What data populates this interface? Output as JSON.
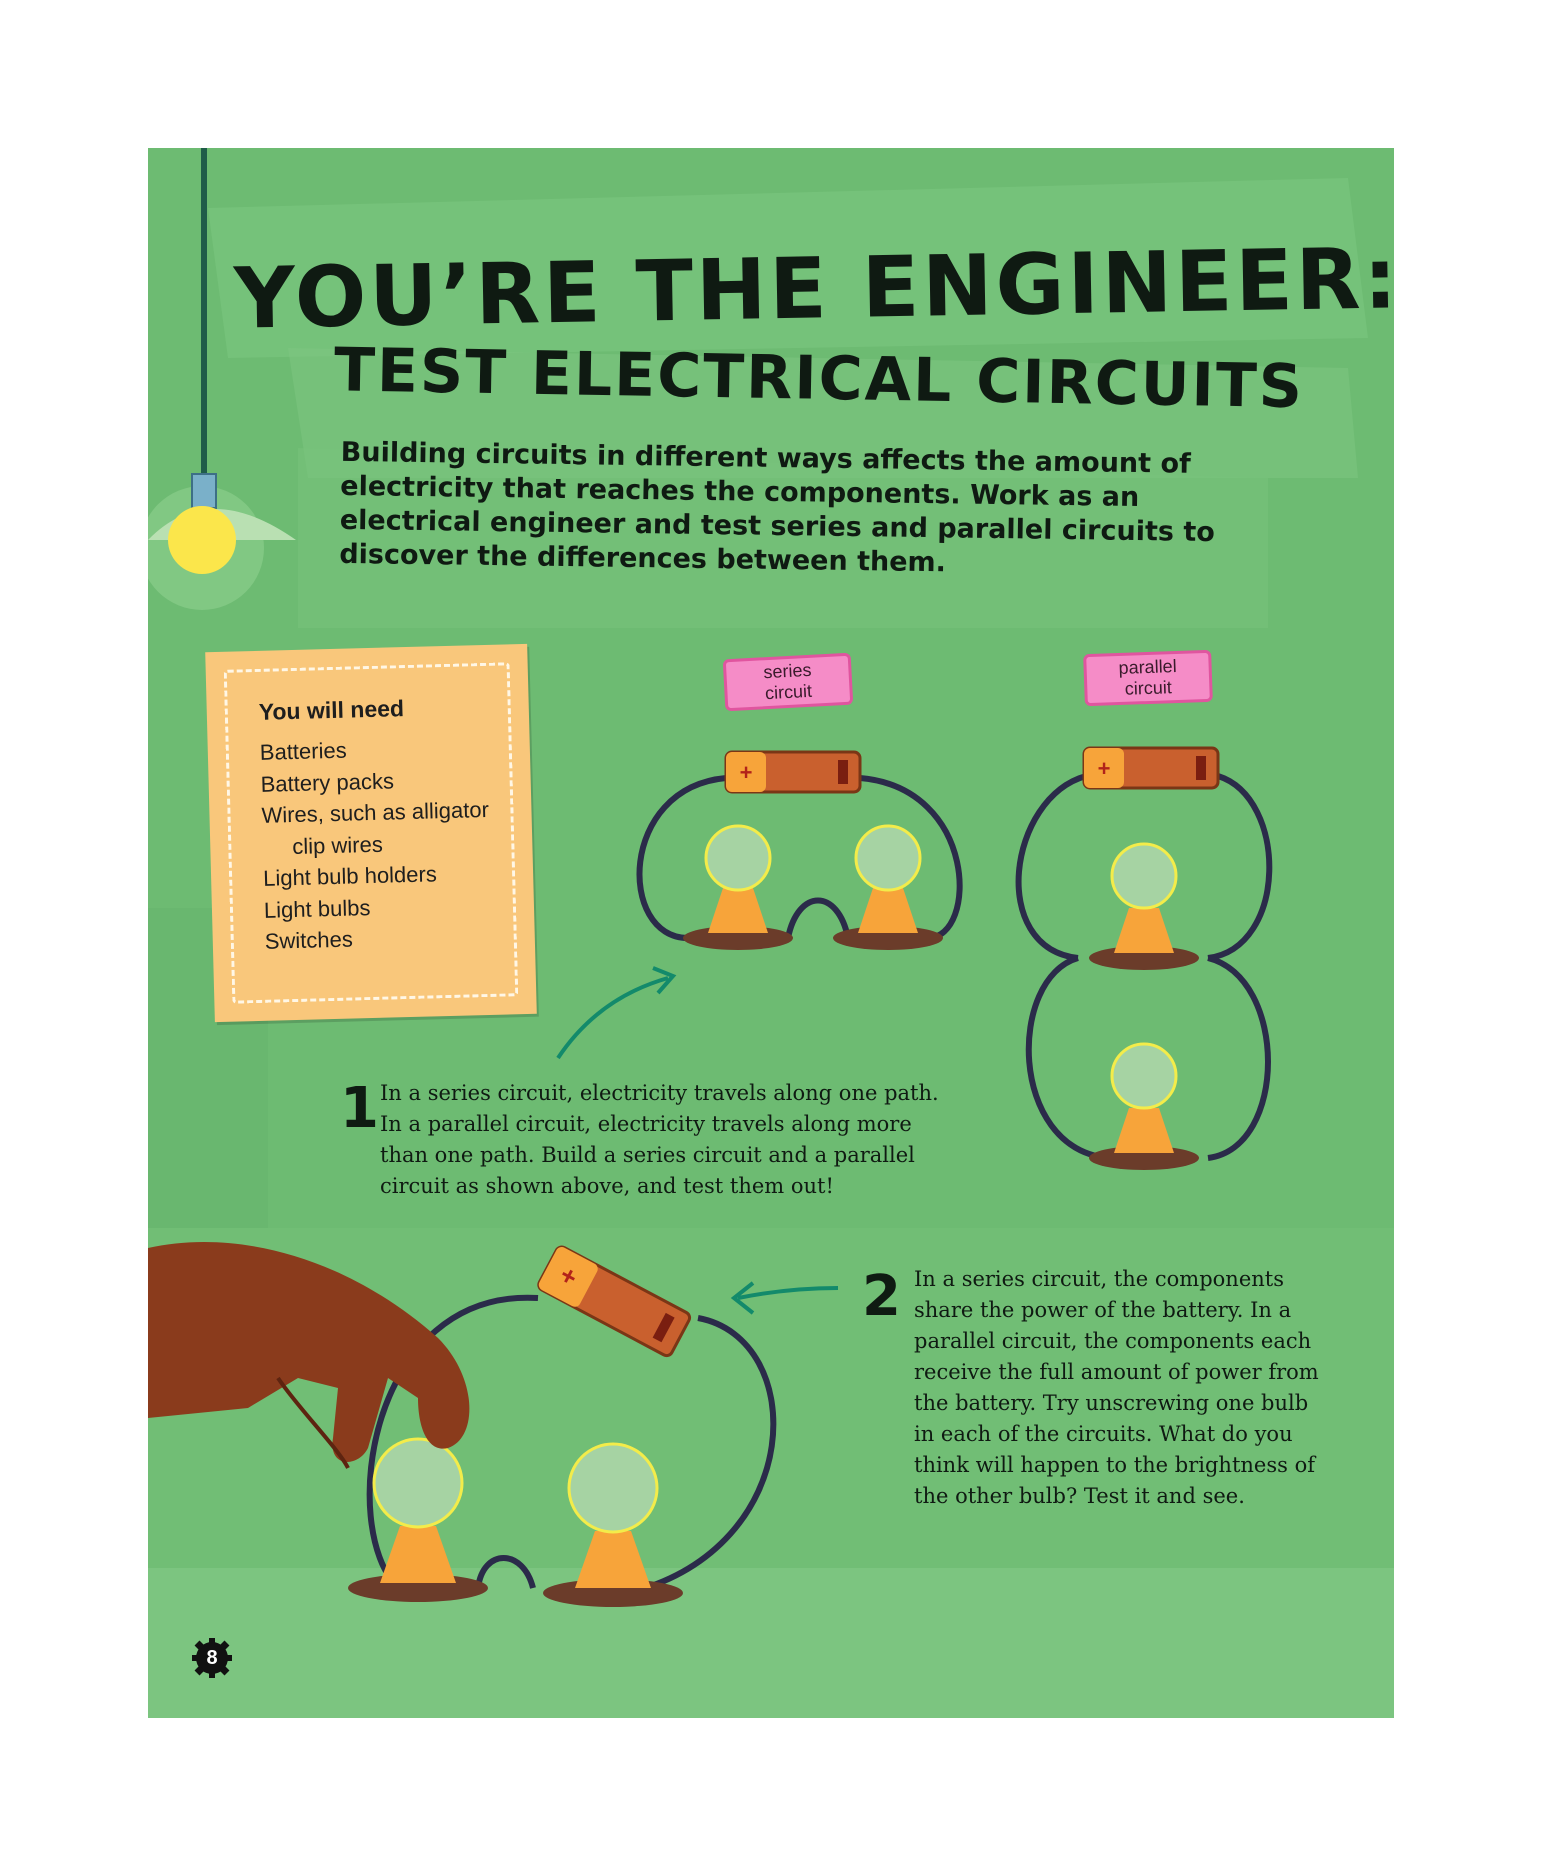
{
  "title": "YOU’RE THE ENGINEER:",
  "subtitle": "TEST ELECTRICAL CIRCUITS",
  "intro": "Building circuits in different ways affects the amount of electricity that reaches the components. Work as an electrical engineer and test series and parallel circuits to discover the differences between them.",
  "need": {
    "title": "You will need",
    "items": [
      "Batteries",
      "Battery packs",
      "Wires, such as alligator",
      "clip wires",
      "Light bulb holders",
      "Light bulbs",
      "Switches"
    ]
  },
  "labels": {
    "series": "series circuit",
    "parallel": "parallel circuit"
  },
  "battery_plus": "+",
  "steps": [
    {
      "number": "1",
      "text": "In a series circuit, electricity travels along one path. In a parallel circuit, electricity travels along more than one path. Build a series circuit and a parallel circuit as shown above, and test them out!"
    },
    {
      "number": "2",
      "text": "In a series circuit, the components share the power of the battery. In a parallel circuit, the components each receive the full amount of power from the battery. Try unscrewing one bulb in each of the circuits. What do you think will happen to the brightness of the other bulb? Test it and see."
    }
  ],
  "page_number": "8",
  "colors": {
    "background": "#6dbb72",
    "card": "#f9c77b",
    "tag": "#f58cc7",
    "wire": "#2b2b4a",
    "bulb_base": "#f7a43a",
    "battery": "#c9602e",
    "text": "#0f1a12",
    "hand": "#8a3b1c"
  },
  "icons": [
    "hanging-lamp-icon",
    "battery-icon",
    "light-bulb-icon",
    "hand-icon",
    "arrow-icon",
    "gear-icon"
  ]
}
